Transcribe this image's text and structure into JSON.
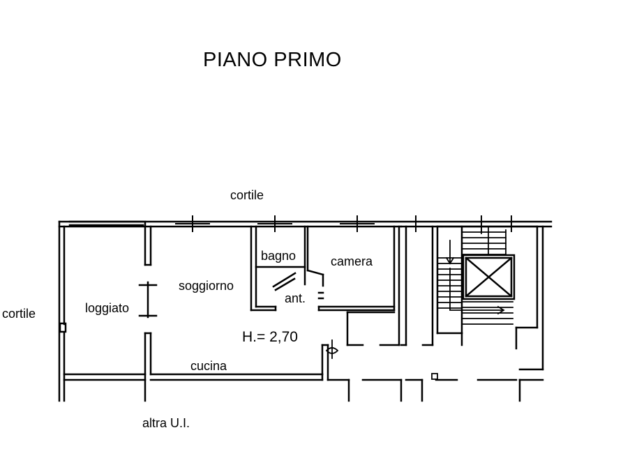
{
  "plan": {
    "title": "PIANO PRIMO",
    "labels": {
      "cortile_top": "cortile",
      "cortile_left": "cortile",
      "loggiato": "loggiato",
      "soggiorno": "soggiorno",
      "bagno": "bagno",
      "camera": "camera",
      "ant": "ant.",
      "height": "H.= 2,70",
      "cucina": "cucina",
      "altra_ui": "altra  U.I."
    },
    "colors": {
      "wall": "#000000",
      "background": "#ffffff"
    }
  }
}
